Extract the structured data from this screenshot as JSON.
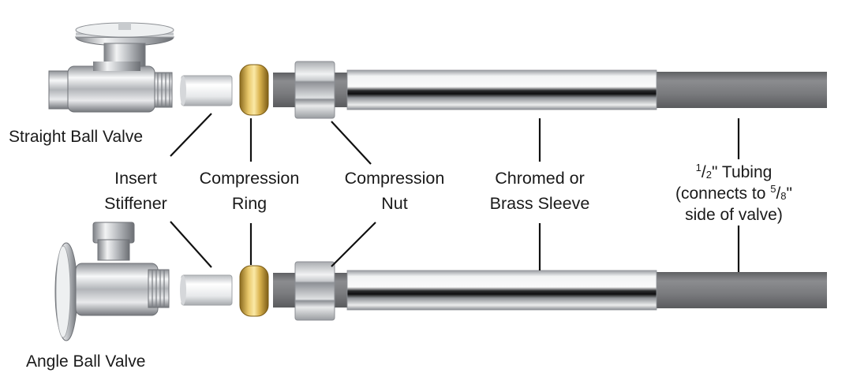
{
  "valves": {
    "top_caption": "Straight Ball Valve",
    "bottom_caption": "Angle Ball Valve"
  },
  "labels": {
    "insert_stiffener": [
      "Insert",
      "Stiffener"
    ],
    "compression_ring": [
      "Compression",
      "Ring"
    ],
    "compression_nut": [
      "Compression",
      "Nut"
    ],
    "sleeve": [
      "Chromed or",
      "Brass Sleeve"
    ]
  },
  "tubing": {
    "size_num": "1",
    "size_den": "2",
    "size_text": "\"  Tubing",
    "line2_prefix": "(connects to ",
    "connect_num": "5",
    "connect_den": "8",
    "line2_suffix": "\"",
    "line3": "side of valve)"
  },
  "colors": {
    "leader": "#111111",
    "tubing_gray": "#7d7d7f",
    "brass": "#c9a13c",
    "chrome": "#d9dadc"
  }
}
